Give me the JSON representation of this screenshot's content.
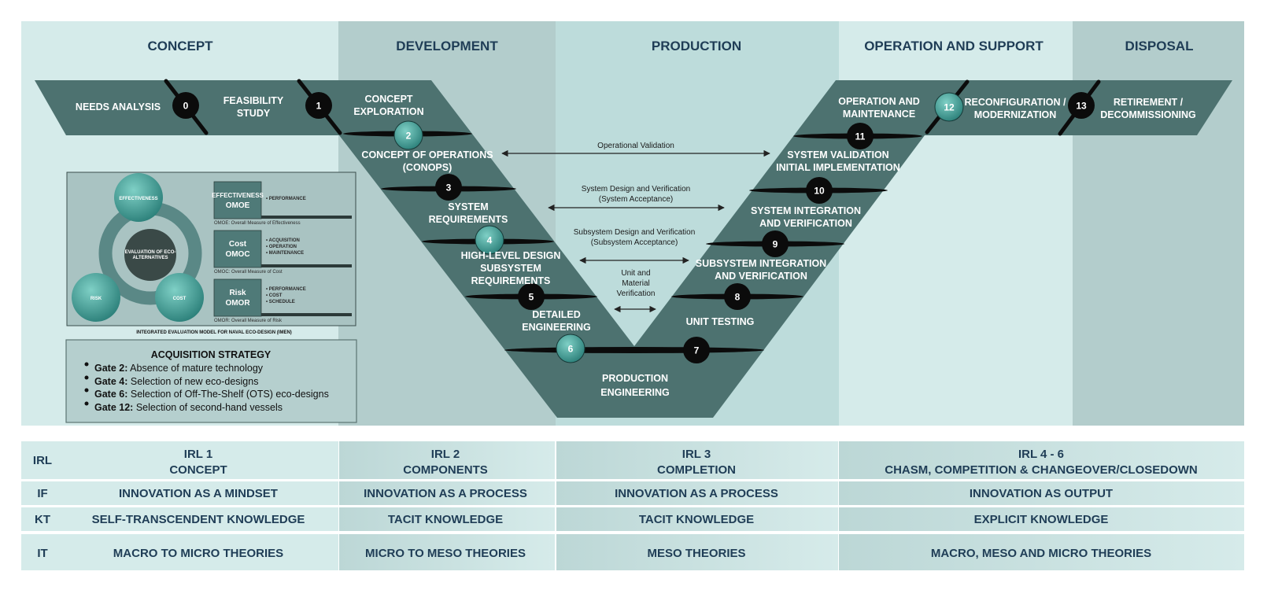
{
  "colors": {
    "phase_light": "#d5ebea",
    "phase_mid": "#b3cdcc",
    "phase_prod": "#bcdcdb",
    "v_shape": "#4d7270",
    "gate_black": "#0b0b0b",
    "gate_teal": "#2f8a84",
    "header_text": "#1f3d56"
  },
  "phases": [
    "CONCEPT",
    "DEVELOPMENT",
    "PRODUCTION",
    "OPERATION AND SUPPORT",
    "DISPOSAL"
  ],
  "stages": {
    "needs": "NEEDS ANALYSIS",
    "feas1": "FEASIBILITY",
    "feas2": "STUDY",
    "conc1": "CONCEPT",
    "conc2": "EXPLORATION",
    "conops1": "CONCEPT OF OPERATIONS",
    "conops2": "(CONOPS)",
    "sysreq1": "SYSTEM",
    "sysreq2": "REQUIREMENTS",
    "hld1": "HIGH-LEVEL DESIGN",
    "hld2": "SUBSYSTEM",
    "hld3": "REQUIREMENTS",
    "det1": "DETAILED",
    "det2": "ENGINEERING",
    "prod1": "PRODUCTION",
    "prod2": "ENGINEERING",
    "unit": "UNIT TESTING",
    "subint1": "SUBSYSTEM INTEGRATION",
    "subint2": "AND VERIFICATION",
    "sysint1": "SYSTEM INTEGRATION",
    "sysint2": "AND VERIFICATION",
    "sysval1": "SYSTEM VALIDATION",
    "sysval2": "INITIAL IMPLEMENTATION",
    "opm1": "OPERATION AND",
    "opm2": "MAINTENANCE",
    "reco1": "RECONFIGURATION /",
    "reco2": "MODERNIZATION",
    "ret1": "RETIREMENT /",
    "ret2": "DECOMMISSIONING"
  },
  "gates": [
    "0",
    "1",
    "2",
    "3",
    "4",
    "5",
    "6",
    "7",
    "8",
    "9",
    "10",
    "11",
    "12",
    "13"
  ],
  "arrows": {
    "opval": "Operational Validation",
    "sysdes1": "System Design and Verification",
    "sysdes2": "(System Acceptance)",
    "subdes1": "Subsystem Design and Verification",
    "subdes2": "(Subsystem Acceptance)",
    "unit1": "Unit and",
    "unit2": "Material",
    "unit3": "Verification"
  },
  "model": {
    "eff": "EFFECTIVENESS",
    "center1": "EVALUATION OF ECO-",
    "center2": "ALTERNATIVES",
    "risk": "RISK",
    "cost": "COST",
    "b1a": "EFFECTIVENESS",
    "b1b": "OMOE",
    "b1l": "• PERFORMANCE",
    "b1c": "OMOE: Overall Measure of Effectiveness",
    "b2a": "Cost",
    "b2b": "OMOC",
    "b2l1": "• ACQUISITION",
    "b2l2": "• OPERATION",
    "b2l3": "• MAINTENANCE",
    "b2c": "OMOC: Overall Measure of Cost",
    "b3a": "Risk",
    "b3b": "OMOR",
    "b3l1": "• PERFORMANCE",
    "b3l2": "• COST",
    "b3l3": "• SCHEDULE",
    "b3c": "OMOR: Overall Measure of Risk",
    "caption": "INTEGRATED EVALUATION MODEL FOR NAVAL ECO-DESIGN (IMEN)"
  },
  "acq": {
    "title": "ACQUISITION STRATEGY",
    "items": [
      {
        "gate": "Gate 2:",
        "text": " Absence of mature technology"
      },
      {
        "gate": "Gate 4:",
        "text": " Selection of new eco-designs"
      },
      {
        "gate": "Gate 6:",
        "text": " Selection of Off-The-Shelf (OTS) eco-designs"
      },
      {
        "gate": "Gate 12:",
        "text": " Selection of second-hand vessels"
      }
    ]
  },
  "table": {
    "rows": [
      {
        "label": "IRL",
        "cells": [
          [
            "IRL 1",
            "CONCEPT"
          ],
          [
            "IRL 2",
            "COMPONENTS"
          ],
          [
            "IRL 3",
            "COMPLETION"
          ],
          [
            "IRL 4 - 6",
            "CHASM, COMPETITION & CHANGEOVER/CLOSEDOWN"
          ]
        ]
      },
      {
        "label": "IF",
        "cells": [
          [
            "INNOVATION AS A MINDSET"
          ],
          [
            "INNOVATION AS A PROCESS"
          ],
          [
            "INNOVATION AS A PROCESS"
          ],
          [
            "INNOVATION AS OUTPUT"
          ]
        ]
      },
      {
        "label": "KT",
        "cells": [
          [
            "SELF-TRANSCENDENT KNOWLEDGE"
          ],
          [
            "TACIT KNOWLEDGE"
          ],
          [
            "TACIT KNOWLEDGE"
          ],
          [
            "EXPLICIT KNOWLEDGE"
          ]
        ]
      },
      {
        "label": "IT",
        "cells": [
          [
            "MACRO TO MICRO THEORIES"
          ],
          [
            "MICRO TO MESO THEORIES"
          ],
          [
            "MESO THEORIES"
          ],
          [
            "MACRO, MESO AND MICRO THEORIES"
          ]
        ]
      }
    ]
  }
}
